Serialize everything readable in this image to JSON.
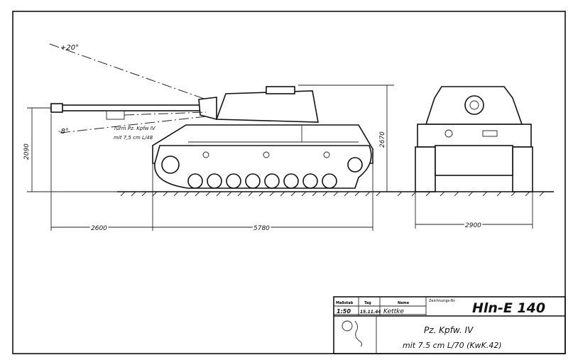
{
  "drawing": {
    "elevation_angle": "+20°",
    "depression_angle": "-8°",
    "turret_note_line1": "Turm Pz. Kpfw IV",
    "turret_note_line2": "mit 7,5 cm L/48",
    "dim_height_gun": "2090",
    "dim_height_total": "2670",
    "dim_overhang": "2600",
    "dim_length": "5780",
    "dim_width": "2900"
  },
  "title_block": {
    "scale_label": "Maßstab",
    "date_label": "Tag",
    "name_label": "Name",
    "drawing_no_label": "Zeichnungs-Nr.",
    "scale": "1:50",
    "date": "15.11.44",
    "signature": "Kettke",
    "drawing_no": "Hln-E 140",
    "title_line1": "Pz. Kpfw. IV",
    "title_line2": "mit 7.5 cm L/70 (KwK.42)"
  }
}
